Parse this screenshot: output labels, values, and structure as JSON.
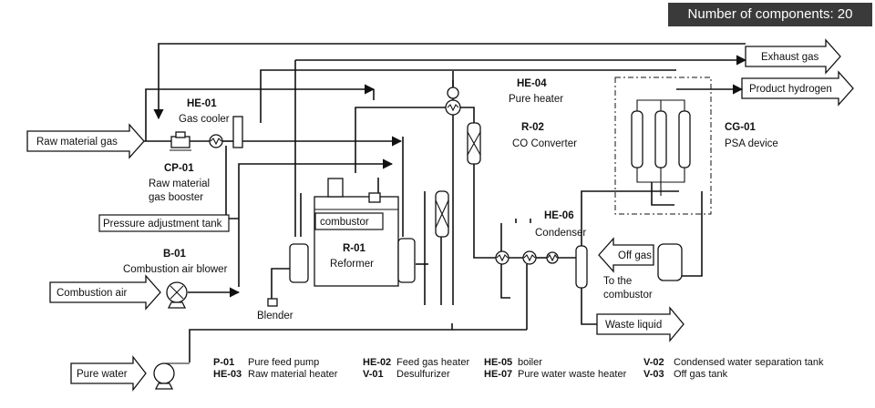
{
  "badge": "Number of components: 20",
  "streams": {
    "raw_material_gas": "Raw material gas",
    "combustion_air": "Combustion air",
    "pure_water": "Pure water",
    "exhaust_gas": "Exhaust gas",
    "product_hydrogen": "Product hydrogen",
    "off_gas": "Off gas",
    "waste_liquid": "Waste liquid"
  },
  "units": {
    "he01": {
      "tag": "HE-01",
      "name": "Gas cooler"
    },
    "cp01": {
      "tag": "CP-01",
      "name_line1": "Raw material",
      "name_line2": "gas booster"
    },
    "pressure_tank": "Pressure adjustment tank",
    "b01": {
      "tag": "B-01",
      "name": "Combustion air blower"
    },
    "he04": {
      "tag": "HE-04",
      "name": "Pure heater"
    },
    "r02": {
      "tag": "R-02",
      "name": "CO Converter"
    },
    "cg01": {
      "tag": "CG-01",
      "name": "PSA device"
    },
    "combustor": "combustor",
    "r01": {
      "tag": "R-01",
      "name": "Reformer"
    },
    "he06": {
      "tag": "HE-06",
      "name": "Condenser"
    },
    "to_combustor_line1": "To the",
    "to_combustor_line2": "combustor",
    "blender": "Blender"
  },
  "legend": [
    {
      "tag": "P-01",
      "name": "Pure feed pump"
    },
    {
      "tag": "HE-03",
      "name": "Raw material heater"
    },
    {
      "tag": "HE-02",
      "name": "Feed gas heater"
    },
    {
      "tag": "V-01",
      "name": "Desulfurizer"
    },
    {
      "tag": "HE-05",
      "name": "boiler"
    },
    {
      "tag": "HE-07",
      "name": "Pure water waste heater"
    },
    {
      "tag": "V-02",
      "name": "Condensed water separation tank"
    },
    {
      "tag": "V-03",
      "name": "Off gas tank"
    }
  ]
}
